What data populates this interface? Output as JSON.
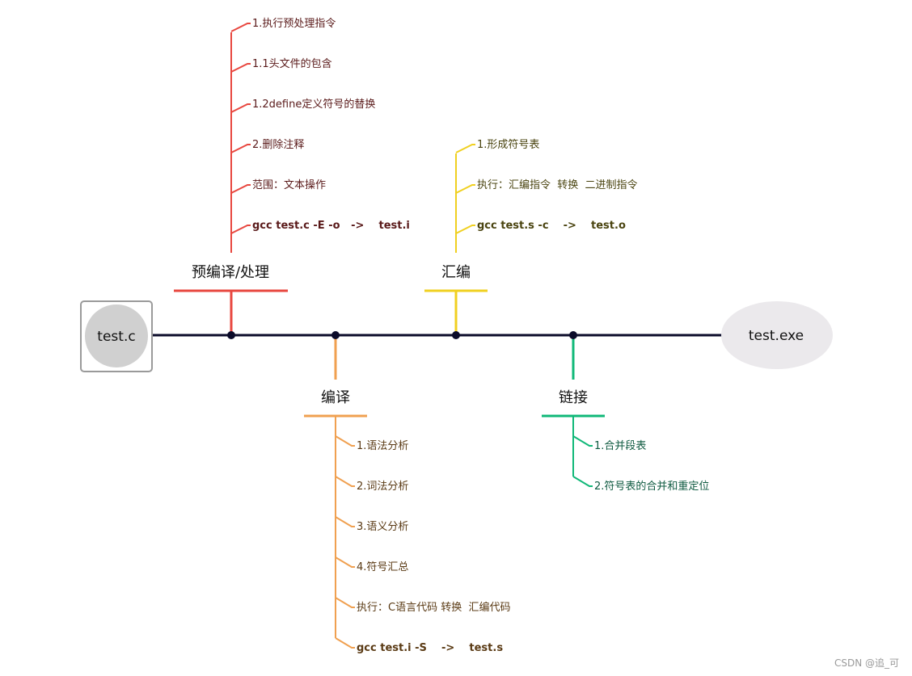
{
  "start_node": {
    "label": "test.c"
  },
  "end_node": {
    "label": "test.exe"
  },
  "colors": {
    "spine": "#0b0b2a",
    "preprocess": "#e8473f",
    "compile": "#f0a050",
    "assemble": "#f0d020",
    "link": "#10b878",
    "preprocess_text": "#5a1a1a",
    "compile_text": "#5a3a14",
    "assemble_text": "#4a4410",
    "link_text": "#0e5a40"
  },
  "branches": {
    "preprocess": {
      "title": "预编译/处理",
      "items": [
        {
          "text": "1.执行预处理指令",
          "bold": false
        },
        {
          "text": "1.1头文件的包含",
          "bold": false
        },
        {
          "text": "1.2define定义符号的替换",
          "bold": false
        },
        {
          "text": "2.删除注释",
          "bold": false
        },
        {
          "text": "范围：文本操作",
          "bold": false
        },
        {
          "text": "gcc test.c -E -o   ->    test.i",
          "bold": true
        }
      ]
    },
    "compile": {
      "title": "编译",
      "items": [
        {
          "text": "1.语法分析",
          "bold": false
        },
        {
          "text": "2.词法分析",
          "bold": false
        },
        {
          "text": "3.语义分析",
          "bold": false
        },
        {
          "text": "4.符号汇总",
          "bold": false
        },
        {
          "text": "执行：C语言代码 转换  汇编代码",
          "bold": false
        },
        {
          "text": "gcc test.i -S    ->    test.s",
          "bold": true
        }
      ]
    },
    "assemble": {
      "title": "汇编",
      "items": [
        {
          "text": "1.形成符号表",
          "bold": false
        },
        {
          "text": "执行：汇编指令  转换  二进制指令",
          "bold": false
        },
        {
          "text": "gcc test.s -c    ->    test.o",
          "bold": true
        }
      ]
    },
    "link": {
      "title": "链接",
      "items": [
        {
          "text": "1.合并段表",
          "bold": false
        },
        {
          "text": "2.符号表的合并和重定位",
          "bold": false
        }
      ]
    }
  },
  "watermark": "CSDN @追_可"
}
